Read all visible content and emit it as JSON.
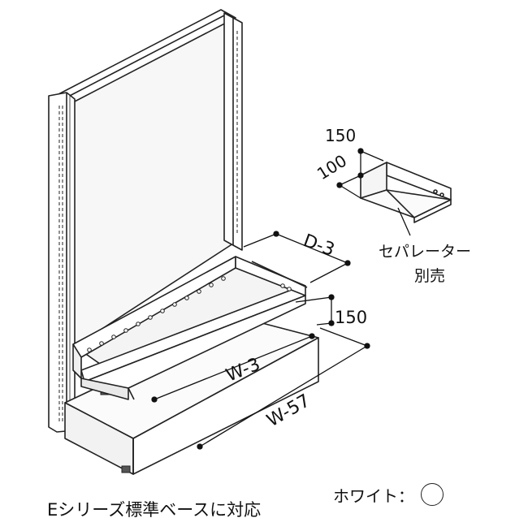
{
  "dimensions": {
    "depth": "D-3",
    "separator_width": "150",
    "separator_height": "100",
    "base_height": "150",
    "inner_width": "W-3",
    "outer_width": "W-57"
  },
  "separator": {
    "line1": "セパレーター",
    "line2": "別売"
  },
  "caption": "Eシリーズ標準ベースに対応",
  "color_option": {
    "label": "ホワイト：",
    "color": "#ffffff"
  }
}
